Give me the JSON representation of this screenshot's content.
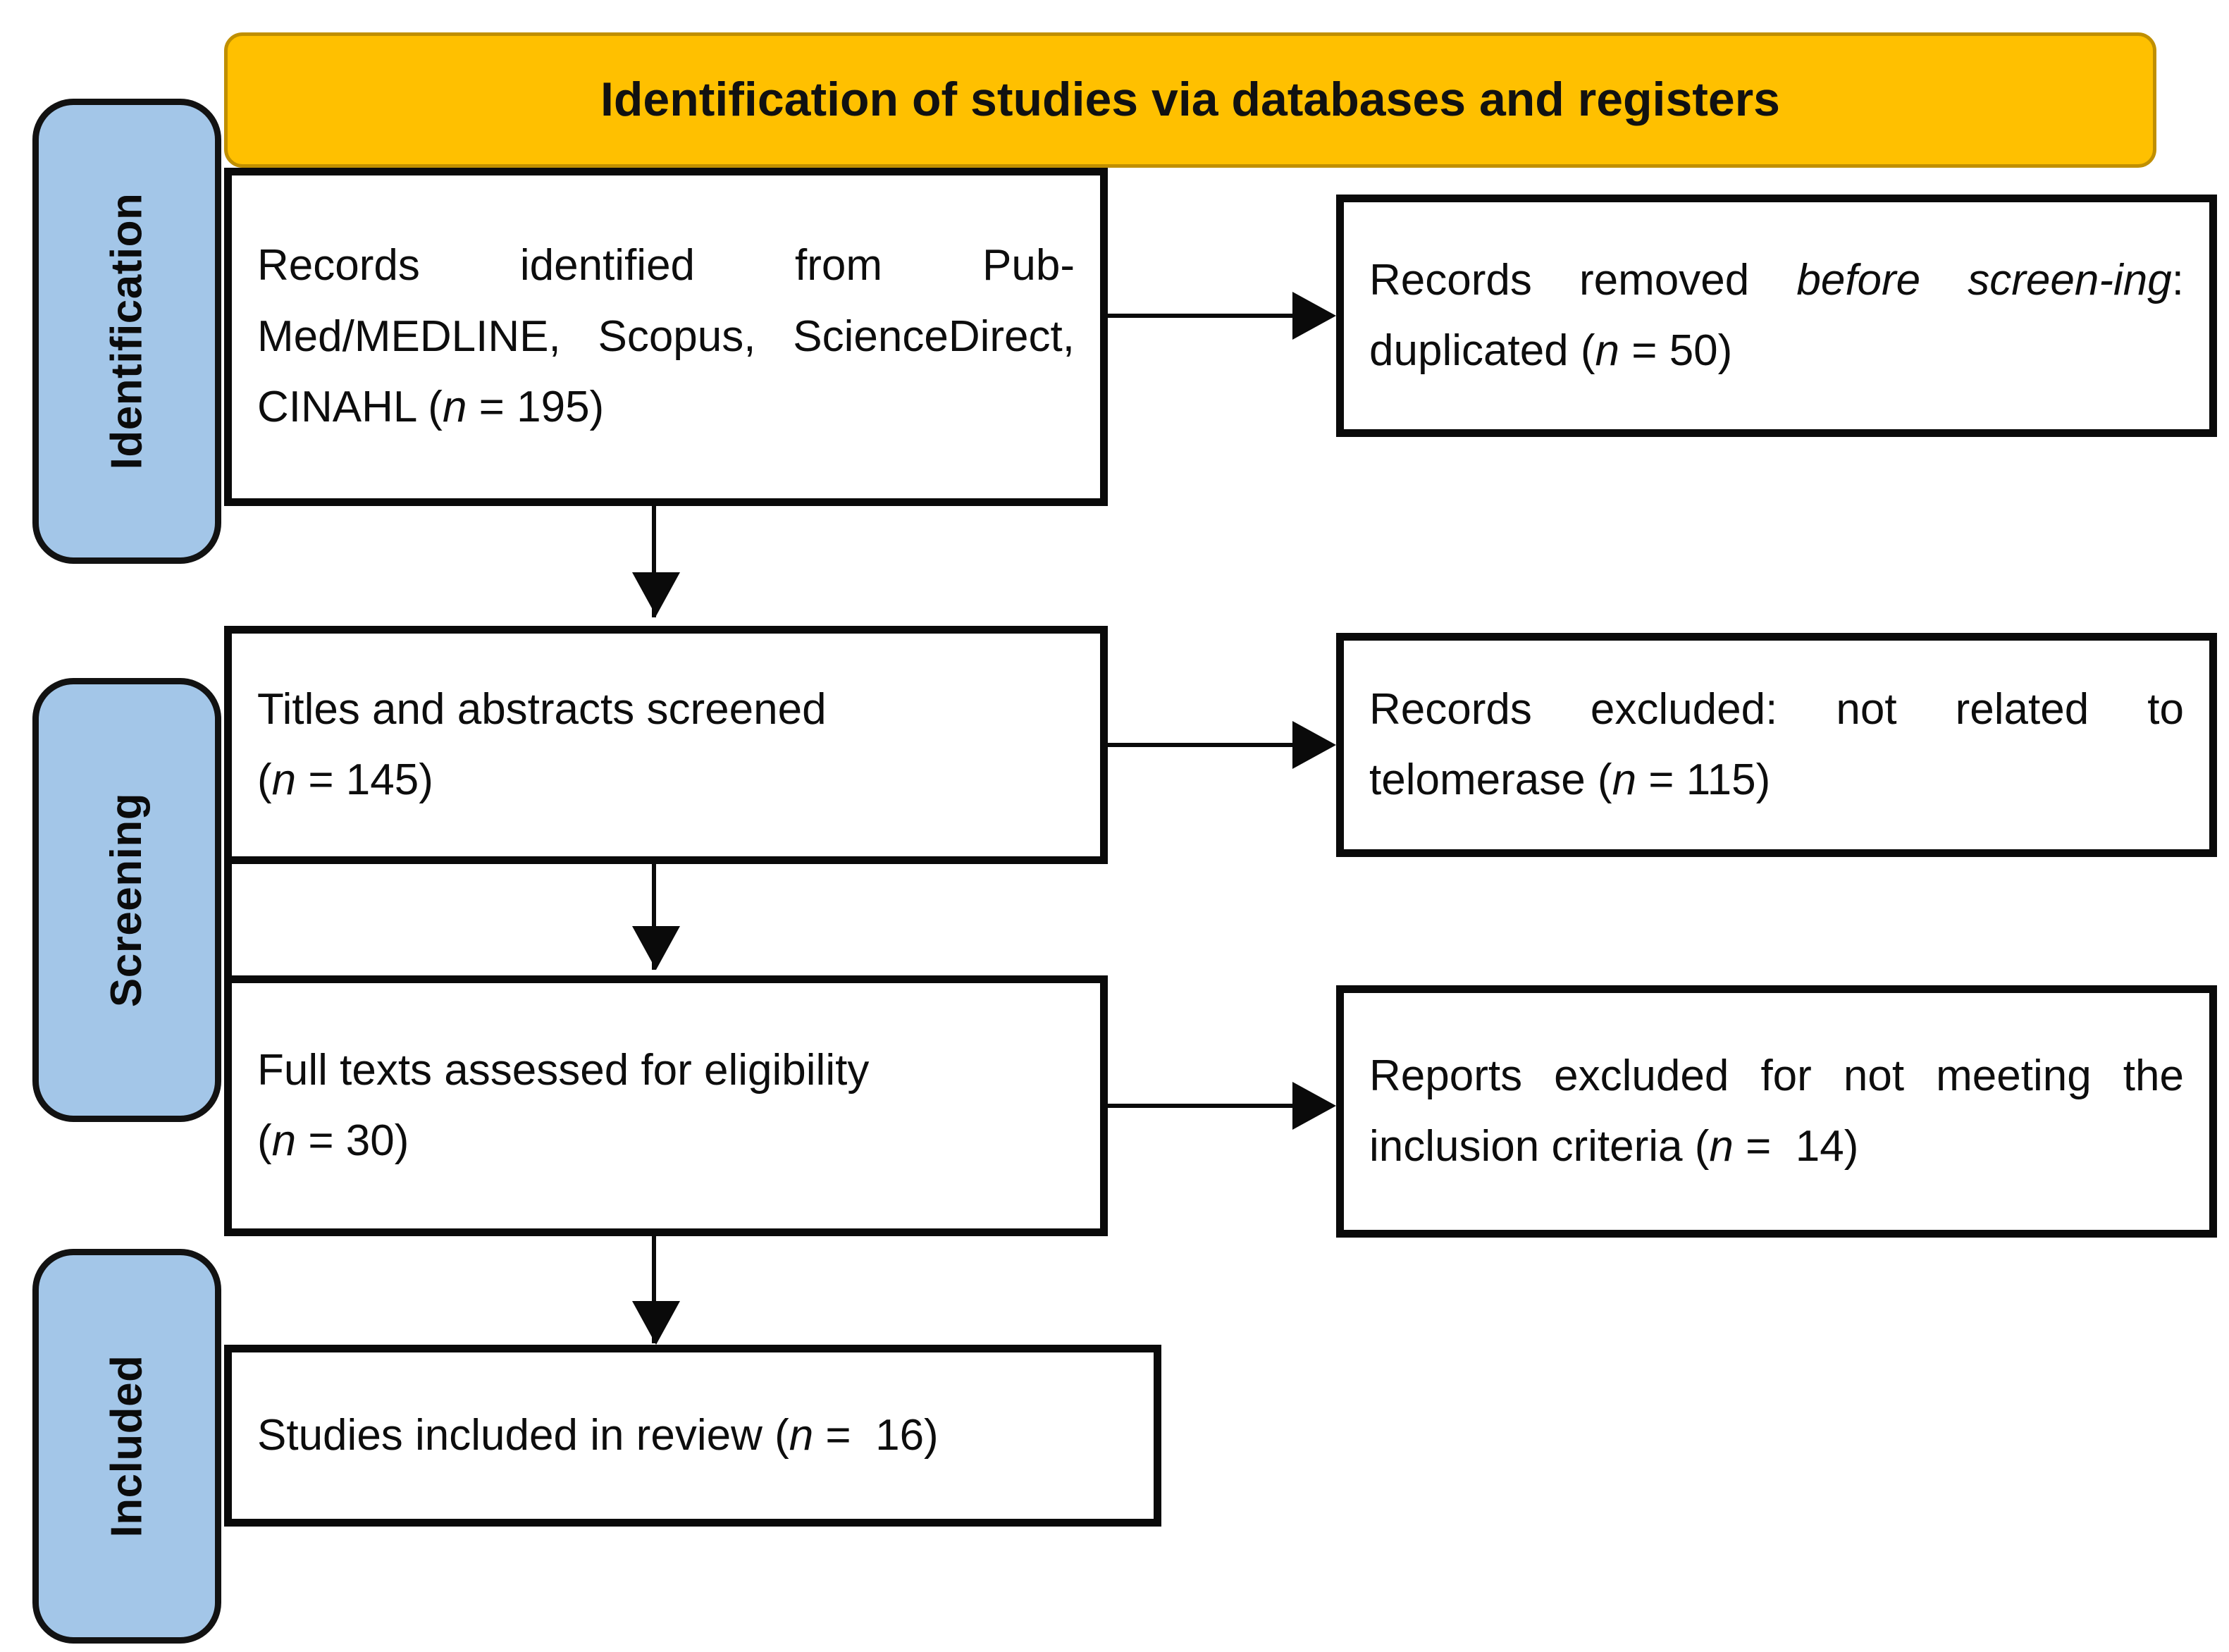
{
  "header": {
    "title": "Identification of studies via databases and registers",
    "banner_color": "#FFC000",
    "banner_border_color": "#C08F00"
  },
  "stages": [
    {
      "id": "identification",
      "label": "Identification",
      "color": "#A3C6E8"
    },
    {
      "id": "screening",
      "label": "Screening",
      "color": "#A3C6E8"
    },
    {
      "id": "included",
      "label": "Included",
      "color": "#A3C6E8"
    }
  ],
  "boxes": {
    "identified": {
      "text": "Records identified from PubMed/MEDLINE, Scopus, ScienceDirect, CINAHL (n = 195)",
      "label": "Records identified from Pub-Med/MEDLINE, Scopus, ScienceDirect, CINAHL",
      "n": 195,
      "n_text": "(n = 195)"
    },
    "removed": {
      "text": "Records removed before screening: duplicated (n = 50)",
      "label": "Records removed before screening: duplicated",
      "italic_part": "before screening",
      "n": 50,
      "n_text": "(n = 50)"
    },
    "screened": {
      "text": "Titles and abstracts screened (n = 145)",
      "label": "Titles and abstracts screened",
      "n": 145,
      "n_text": "(n = 145)"
    },
    "excluded_screening": {
      "text": "Records excluded: not related to telomerase (n = 115)",
      "label": "Records excluded: not related to telomerase",
      "n": 115,
      "n_text": "(n = 115)"
    },
    "fulltext": {
      "text": "Full texts assessed for eligibility (n = 30)",
      "label": "Full texts assessed for eligibility",
      "n": 30,
      "n_text": "(n = 30)"
    },
    "excluded_reports": {
      "text": "Reports excluded for not meeting the inclusion criteria (n =  14)",
      "label": "Reports excluded for not meeting the inclusion criteria",
      "n": 14,
      "n_text": "(n =  14)"
    },
    "included": {
      "text": "Studies included in review (n =  16)",
      "label": "Studies included in review",
      "n": 16,
      "n_text": "(n =  16)"
    }
  },
  "chart_data": {
    "type": "diagram",
    "diagram_kind": "PRISMA flow diagram",
    "title": "Identification of studies via databases and registers",
    "nodes": [
      {
        "id": "identified",
        "stage": "Identification",
        "column": "left",
        "label": "Records identified from PubMed/MEDLINE, Scopus, ScienceDirect, CINAHL",
        "n": 195
      },
      {
        "id": "removed",
        "stage": "Identification",
        "column": "right",
        "label": "Records removed before screening: duplicated",
        "n": 50
      },
      {
        "id": "screened",
        "stage": "Screening",
        "column": "left",
        "label": "Titles and abstracts screened",
        "n": 145
      },
      {
        "id": "excluded_screening",
        "stage": "Screening",
        "column": "right",
        "label": "Records excluded: not related to telomerase",
        "n": 115
      },
      {
        "id": "fulltext",
        "stage": "Screening",
        "column": "left",
        "label": "Full texts assessed for eligibility",
        "n": 30
      },
      {
        "id": "excluded_reports",
        "stage": "Screening",
        "column": "right",
        "label": "Reports excluded for not meeting the inclusion criteria",
        "n": 14
      },
      {
        "id": "included",
        "stage": "Included",
        "column": "left",
        "label": "Studies included in review",
        "n": 16
      }
    ],
    "edges": [
      {
        "from": "identified",
        "to": "screened",
        "direction": "down"
      },
      {
        "from": "identified",
        "to": "removed",
        "direction": "right"
      },
      {
        "from": "screened",
        "to": "fulltext",
        "direction": "down"
      },
      {
        "from": "screened",
        "to": "excluded_screening",
        "direction": "right"
      },
      {
        "from": "fulltext",
        "to": "included",
        "direction": "down"
      },
      {
        "from": "fulltext",
        "to": "excluded_reports",
        "direction": "right"
      }
    ]
  }
}
